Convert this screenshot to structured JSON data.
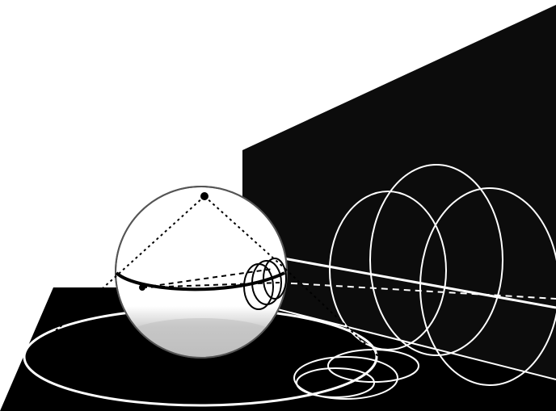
{
  "figure": {
    "background": "#ffffff",
    "ink": "#000000",
    "wall_fill": "#0c0c0c",
    "floor_fill": "#000000",
    "sphere_fill": "#ffffff",
    "sphere_shadow": "#c8c8c8",
    "sphere_outline": "#555555",
    "projection_stroke": "#ffffff",
    "elements": [
      "projection-wall",
      "floor-plane",
      "sphere",
      "north-pole-point",
      "equator-point",
      "circles-on-sphere",
      "projected-circles-on-wall",
      "projected-circles-on-floor",
      "projection-lines"
    ]
  }
}
